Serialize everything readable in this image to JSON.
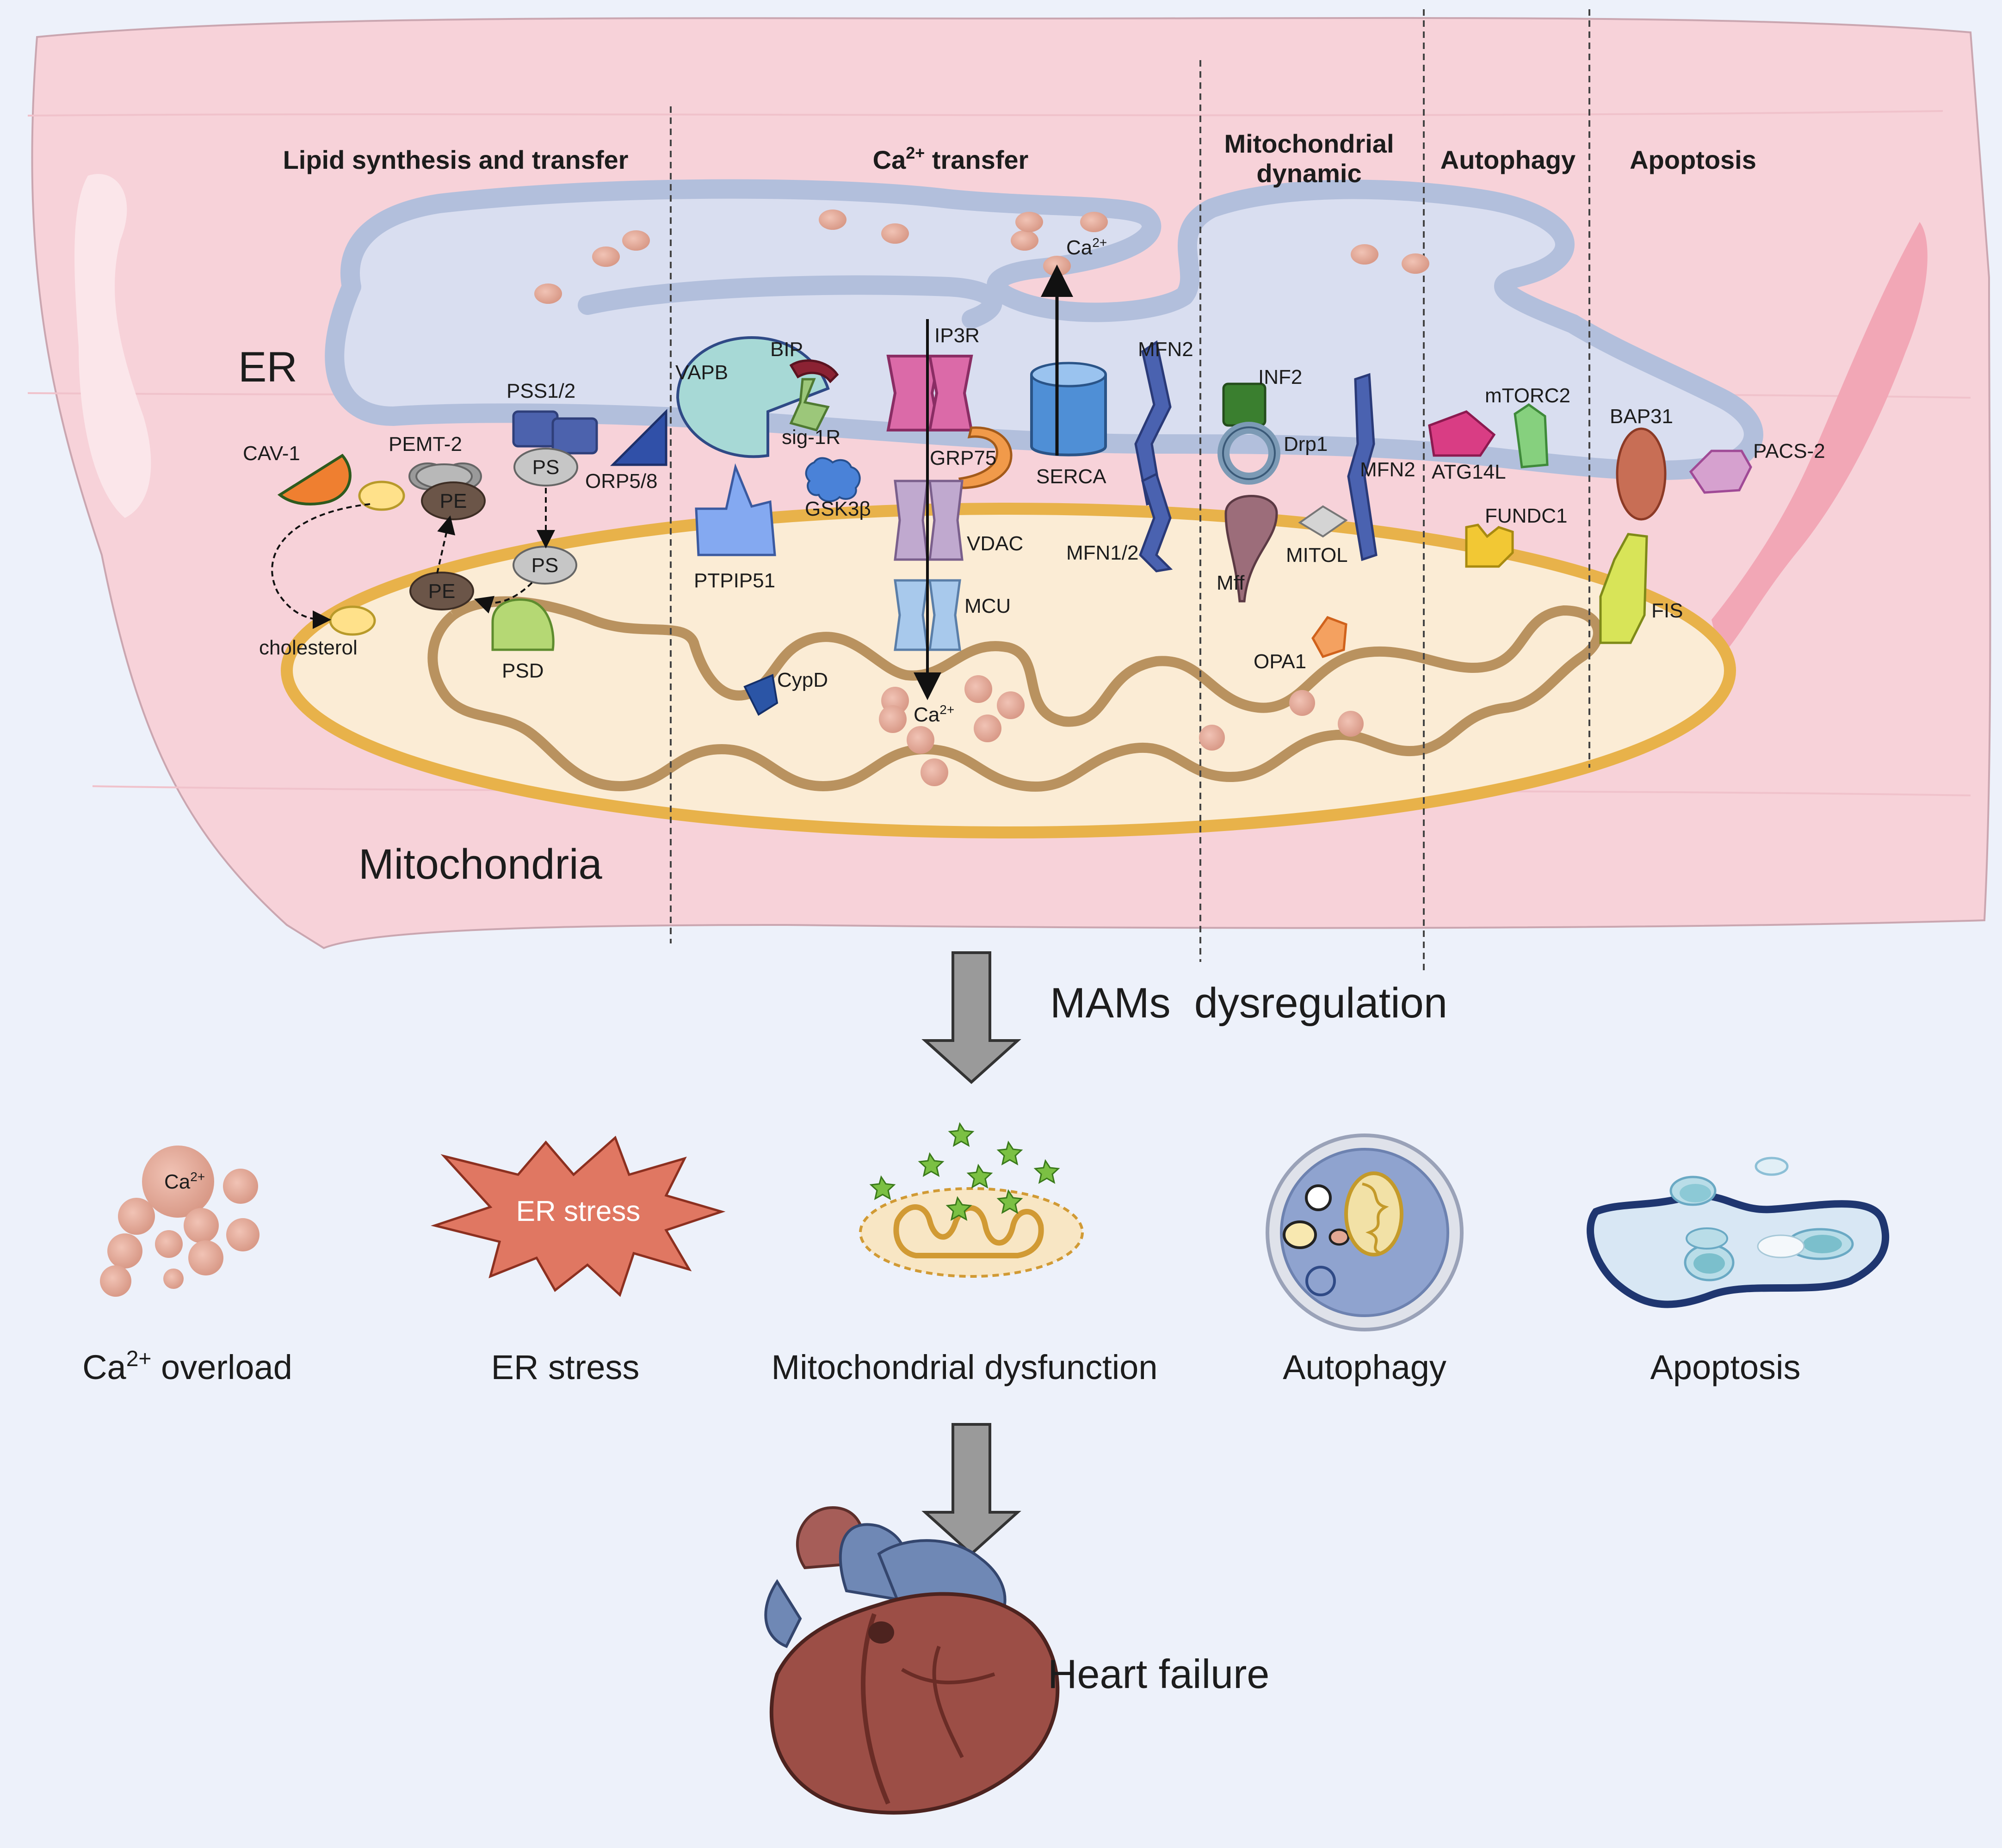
{
  "sections": {
    "lipid": "Lipid synthesis and transfer",
    "ca_main": "Ca",
    "ca_sup": "2+",
    "ca_rest": " transfer",
    "mito_line1": "Mitochondrial",
    "mito_line2": "dynamic",
    "autophagy": "Autophagy",
    "apoptosis": "Apoptosis"
  },
  "organelles": {
    "er": "ER",
    "mitochondria": "Mitochondria"
  },
  "proteins": {
    "cav1": "CAV-1",
    "pemt2": "PEMT-2",
    "pss": "PSS1/2",
    "ps": "PS",
    "pe": "PE",
    "orp": "ORP5/8",
    "cholesterol": "cholesterol",
    "psd": "PSD",
    "vapb": "VAPB",
    "bip": "BIP",
    "sig1r": "sig-1R",
    "gsk3b": "GSK3β",
    "ptpip51": "PTPIP51",
    "ip3r": "IP3R",
    "grp75": "GRP75",
    "vdac": "VDAC",
    "mcu": "MCU",
    "cypd": "CypD",
    "ca2": "Ca",
    "ca2_sup": "2+",
    "serca": "SERCA",
    "mfn2": "MFN2",
    "mfn12": "MFN1/2",
    "inf2": "INF2",
    "drp1": "Drp1",
    "mff": "Mff",
    "mitol": "MITOL",
    "opa1": "OPA1",
    "mtorc2": "mTORC2",
    "atg14l": "ATG14L",
    "fundc1": "FUNDC1",
    "bap31": "BAP31",
    "pacs2": "PACS-2",
    "fis": "FIS"
  },
  "flow": {
    "dysregulation": "MAMs  dysregulation",
    "heart_failure": "Heart failure"
  },
  "outcomes": {
    "ca_overload_main": "Ca",
    "ca_overload_sup": "2+",
    "ca_overload_rest": " overload",
    "ca_icon": "Ca",
    "ca_icon_sup": "2+",
    "er_stress": "ER stress",
    "er_stress_icon": "ER stress",
    "mito_dysfunction": "Mitochondrial dysfunction",
    "autophagy": "Autophagy",
    "apoptosis": "Apoptosis"
  },
  "colors": {
    "background": "#edf1fa",
    "cell": "#f7d2d9",
    "er_lumen": "#d9def0",
    "er_membrane": "#b2bfdc",
    "mito_outer": "#e8b24a",
    "mito_matrix": "#fbecd5",
    "cristae": "#b9925f",
    "ca_ion": "#e8b0a0"
  }
}
